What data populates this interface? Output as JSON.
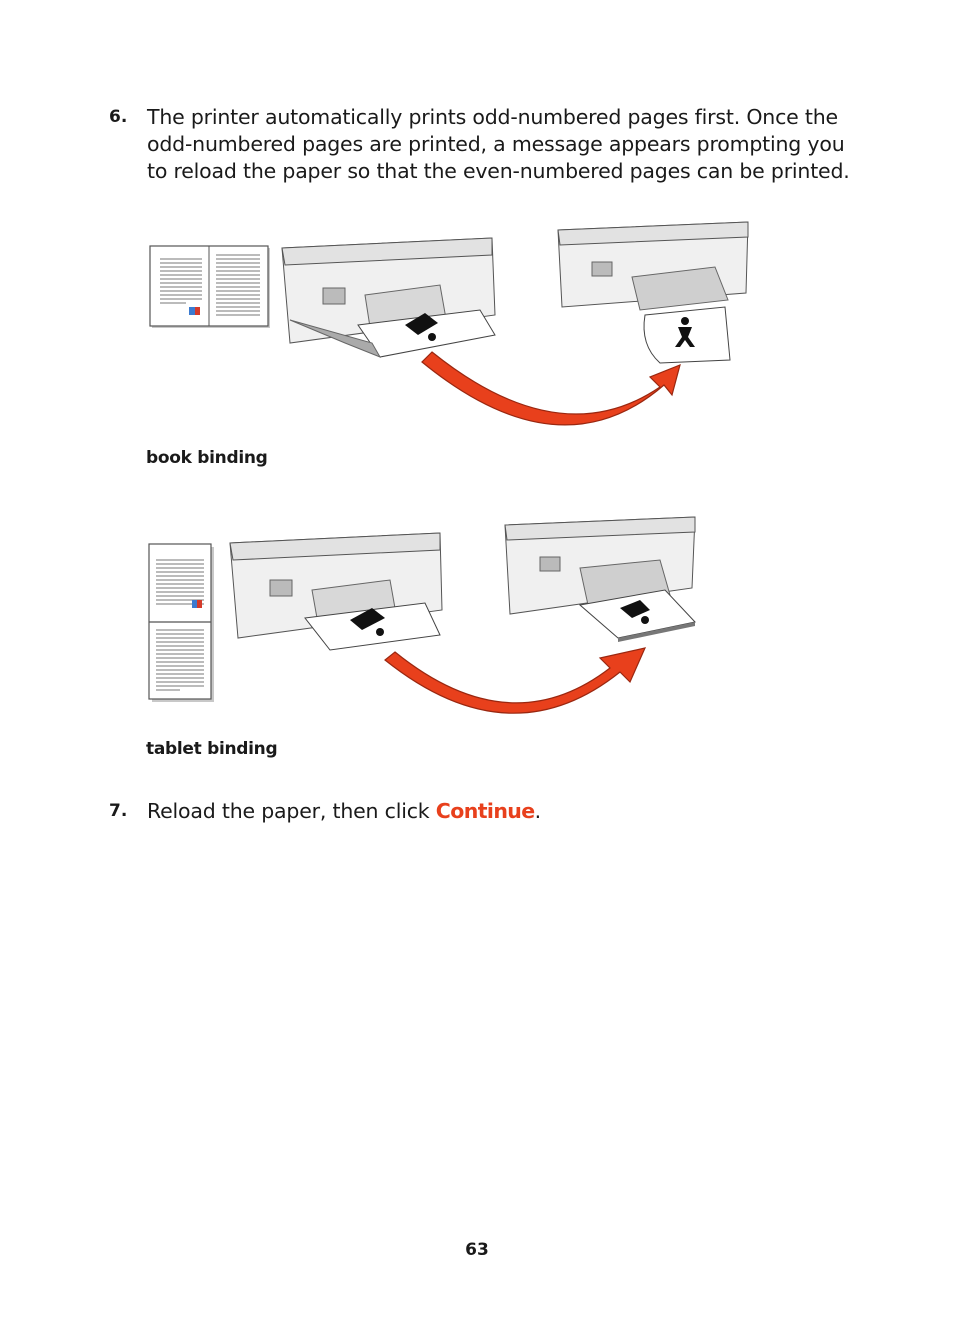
{
  "steps": [
    {
      "number": "6.",
      "text": "The printer automatically prints odd-numbered pages first. Once the odd-numbered pages are printed, a message appears prompting you to reload the paper so that the even-numbered pages can be printed."
    },
    {
      "number": "7.",
      "text_before": "Reload the paper, then click ",
      "link": "Continue",
      "text_after": "."
    }
  ],
  "figures": [
    {
      "caption": "book binding"
    },
    {
      "caption": "tablet binding"
    }
  ],
  "page_number": "63",
  "colors": {
    "arrow": "#e8401c",
    "link": "#e8401c"
  }
}
